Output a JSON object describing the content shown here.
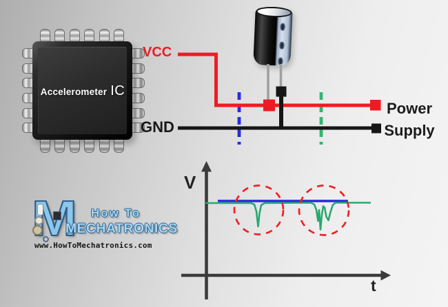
{
  "ic": {
    "name": "Accelerometer",
    "suffix": "IC"
  },
  "wiring": {
    "vcc_label": "VCC",
    "gnd_label": "GND",
    "power_supply_line1": "Power",
    "power_supply_line2": "Supply"
  },
  "graph": {
    "type": "line-sketch",
    "y_axis_label": "V",
    "x_axis_label": "t",
    "description_series": [
      "noisy-voltage-green",
      "smoothed-voltage-blue"
    ],
    "highlight_circles": 2
  },
  "logo": {
    "monogram": "M",
    "line1": "How To",
    "line2": "MECHATRONICS",
    "website": "www.HowToMechatronics.com"
  },
  "colors": {
    "vcc_red": "#ed1c24",
    "wire_black": "#161616",
    "dash_blue": "#2b2be0",
    "dash_green": "#2eb872",
    "curve_green": "#28a870",
    "curve_blue": "#2828dd",
    "circle_red": "#ee2127",
    "axis_gray": "#3b3b3b",
    "leg_gray": "#a0a0a0"
  }
}
